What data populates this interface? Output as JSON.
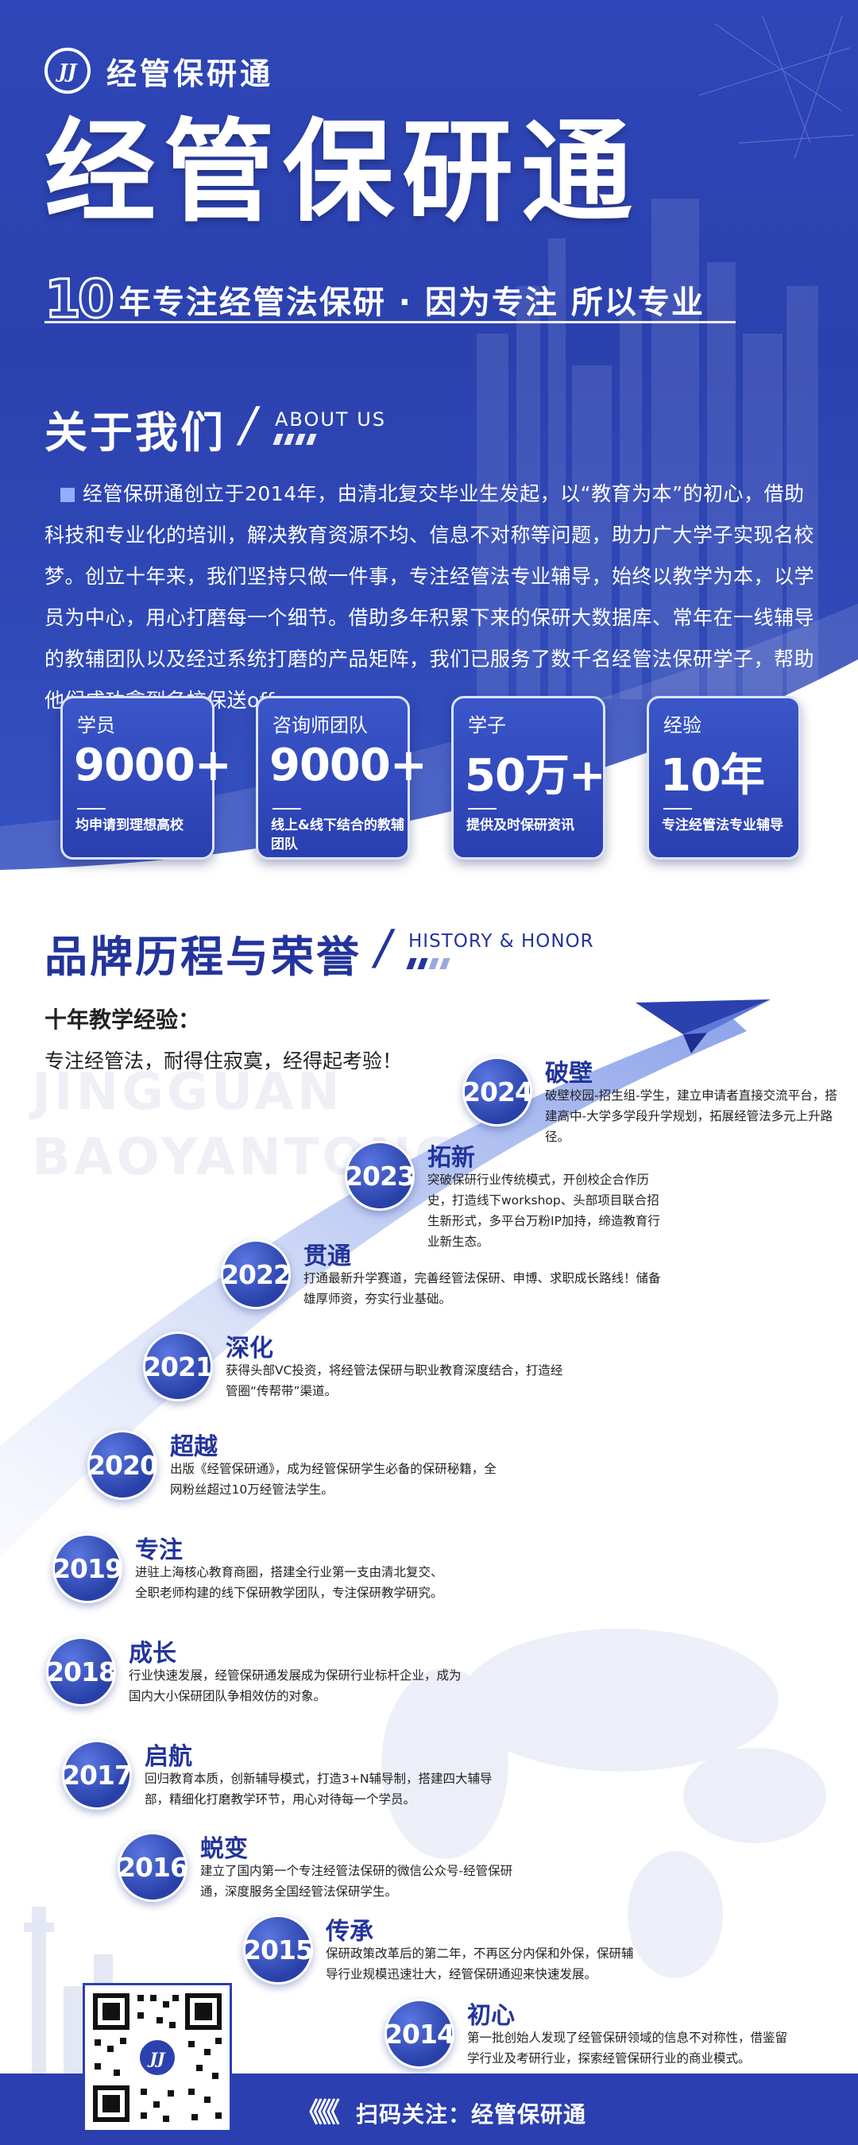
{
  "brand": {
    "logo_mark": "JJ",
    "name": "经管保研通"
  },
  "hero": {
    "title": "经管保研通",
    "slogan_number": "10",
    "slogan_text": "年专注经管法保研 · 因为专注 所以专业"
  },
  "about": {
    "title": "关于我们",
    "subtitle_en": "ABOUT US",
    "paragraph": "经管保研通创立于2014年，由清北复交毕业生发起，以“教育为本”的初心，借助科技和专业化的培训，解决教育资源不均、信息不对称等问题，助力广大学子实现名校梦。创立十年来，我们坚持只做一件事，专注经管法专业辅导，始终以教学为本，以学员为中心，用心打磨每一个细节。借助多年积累下来的保研大数据库、常年在一线辅导的教辅团队以及经过系统打磨的产品矩阵，我们已服务了数千名经管法保研学子，帮助他们成功拿到名校保送offer。"
  },
  "stats": [
    {
      "label": "学员",
      "value": "9000+",
      "desc": "均申请到理想高校"
    },
    {
      "label": "咨询师团队",
      "value": "9000+",
      "desc": "线上&线下结合的教辅团队"
    },
    {
      "label": "学子",
      "value": "50万+",
      "desc": "提供及时保研资讯"
    },
    {
      "label": "经验",
      "value": "10年",
      "desc": "专注经管法专业辅导"
    }
  ],
  "history": {
    "title": "品牌历程与荣誉",
    "subtitle_en": "HISTORY & HONOR",
    "intro_title": "十年教学经验：",
    "intro_sub": "专注经管法，耐得住寂寞，经得起考验！",
    "watermark_1": "JINGGUAN",
    "watermark_2": "BAOYANTONG",
    "milestones": [
      {
        "year": "2024",
        "title": "破壁",
        "desc": "破壁校园-招生组-学生，建立申请者直接交流平台，搭建高中-大学多学段升学规划，拓展经管法多元上升路径。"
      },
      {
        "year": "2023",
        "title": "拓新",
        "desc": "突破保研行业传统模式，开创校企合作历史，打造线下workshop、头部项目联合招生新形式，多平台万粉IP加持，缔造教育行业新生态。"
      },
      {
        "year": "2022",
        "title": "贯通",
        "desc": "打通最新升学赛道，完善经管法保研、申博、求职成长路线！储备雄厚师资，夯实行业基础。"
      },
      {
        "year": "2021",
        "title": "深化",
        "desc": "获得头部VC投资，将经管法保研与职业教育深度结合，打造经管圈“传帮带”渠道。"
      },
      {
        "year": "2020",
        "title": "超越",
        "desc": "出版《经管保研通》，成为经管保研学生必备的保研秘籍，全网粉丝超过10万经管法学生。"
      },
      {
        "year": "2019",
        "title": "专注",
        "desc": "进驻上海核心教育商圈，搭建全行业第一支由清北复交、全职老师构建的线下保研教学团队，专注保研教学研究。"
      },
      {
        "year": "2018",
        "title": "成长",
        "desc": "行业快速发展，经管保研通发展成为保研行业标杆企业，成为国内大小保研团队争相效仿的对象。"
      },
      {
        "year": "2017",
        "title": "启航",
        "desc": "回归教育本质，创新辅导模式，打造3+N辅导制，搭建四大辅导部，精细化打磨教学环节，用心对待每一个学员。"
      },
      {
        "year": "2016",
        "title": "蜕变",
        "desc": "建立了国内第一个专注经管法保研的微信公众号-经管保研通，深度服务全国经管法保研学生。"
      },
      {
        "year": "2015",
        "title": "传承",
        "desc": "保研政策改革后的第二年，不再区分内保和外保，保研辅导行业规模迅速壮大，经管保研通迎来快速发展。"
      },
      {
        "year": "2014",
        "title": "初心",
        "desc": "第一批创始人发现了经管保研领域的信息不对称性，借鉴留学行业及考研行业，探索经管保研行业的商业模式。"
      }
    ]
  },
  "footer": {
    "arrows": "《《《",
    "cta": "扫码关注：经管保研通"
  },
  "colors": {
    "primary": "#2b41ae",
    "dark_blue": "#23349c",
    "light_blue": "#dbe3ff"
  },
  "icons": {
    "logo": "jj-logo-icon",
    "plane": "paper-plane-icon",
    "qr": "qr-code-icon"
  }
}
